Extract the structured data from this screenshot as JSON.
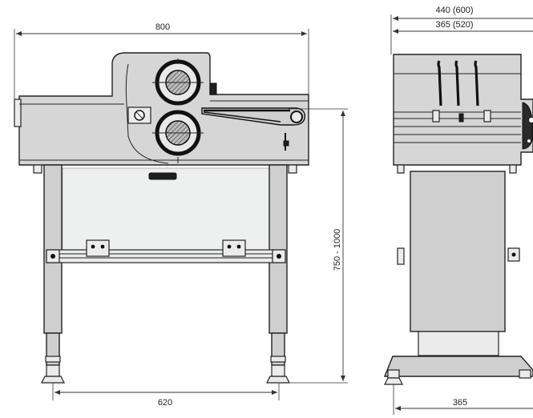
{
  "dimensions": {
    "front_width": "800",
    "front_leg_span": "620",
    "height_range": "750 - 1000",
    "side_outer_width": "440 (600)",
    "side_inner_width": "365 (520)",
    "side_base_width": "365"
  }
}
